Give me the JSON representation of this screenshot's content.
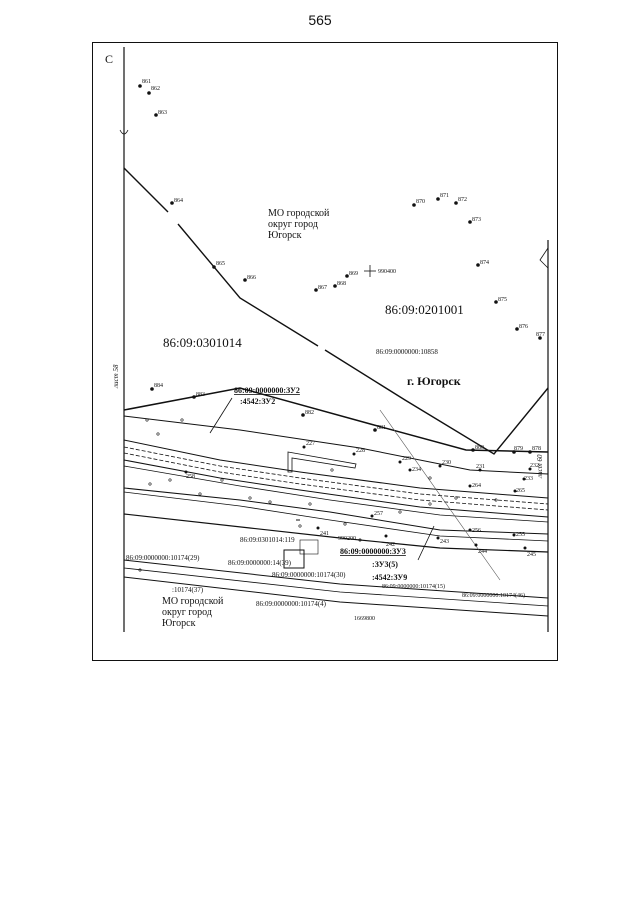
{
  "page": {
    "number": "565"
  },
  "map": {
    "north": "С",
    "left_sheet": "лист 58",
    "right_sheet": "лист 60",
    "municipality_top": [
      "МО городской",
      "округ город",
      "Югорск"
    ],
    "municipality_bottom": [
      "МО городской",
      "округ город",
      "Югорск"
    ],
    "block_left": "86:09:0301014",
    "block_right": "86:09:0201001",
    "town": "г. Югорск",
    "cross_label": "990400",
    "cross_bottom_label": "990200",
    "bottom_number": "1669800",
    "parcels": {
      "p10858": "86:09:0000000:10858",
      "zu2_top": "86:09:0000000:ЗУ2",
      "zu2_bottom": ":4542:ЗУ2",
      "p119": "86:09:0301014:119",
      "p14": "86:09:0000000:14(39)",
      "p30": "86:09:0000000:10174(30)",
      "p29": "86:09:0000000:10174(29)",
      "p37": ":10174(37)",
      "p4": "86:09:0000000:10174(4)",
      "p15": "86:09:0000000:10174(15)",
      "p46": "86:09:0000000:10174(46)",
      "zu3": "86:09:0000000:ЗУ3",
      "zu3_5": ":ЗУ3(5)",
      "zu9": ":4542:ЗУ9"
    },
    "points": {
      "p861": "861",
      "p862": "862",
      "p863": "863",
      "p864": "864",
      "p865": "865",
      "p866": "866",
      "p867": "867",
      "p868": "868",
      "p869": "869",
      "p870": "870",
      "p871": "871",
      "p872": "872",
      "p873": "873",
      "p874": "874",
      "p875": "875",
      "p876": "876",
      "p877": "877",
      "p878": "878",
      "p879": "879",
      "p880": "880",
      "p881": "881",
      "p882": "882",
      "p883": "883",
      "p884": "884",
      "p227": "227",
      "p228": "228",
      "p229": "229",
      "p230": "230",
      "p231": "231",
      "p232": "232",
      "p233": "233",
      "p234": "234",
      "p264": "264",
      "p265": "265",
      "p257": "257",
      "p256": "256",
      "p255": "255",
      "p245": "245",
      "p244": "244",
      "p243": "243",
      "p242": "242",
      "p241": "241",
      "p258": "258"
    }
  }
}
